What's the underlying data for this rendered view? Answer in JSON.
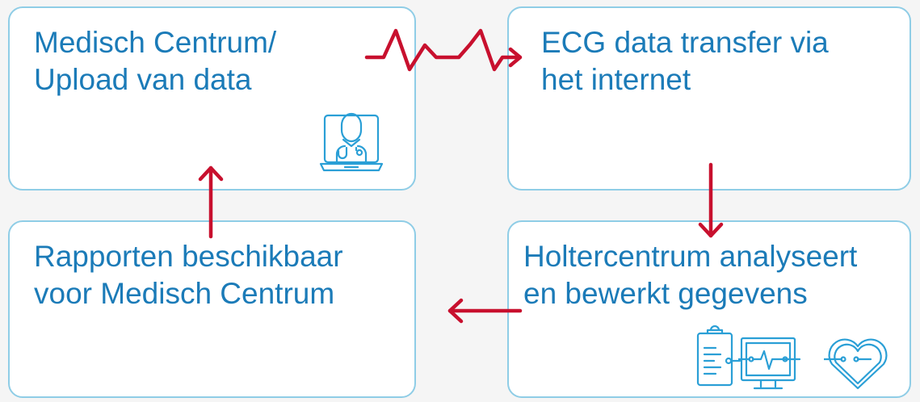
{
  "steps": {
    "medical_center": {
      "line1": "Medisch Centrum/",
      "line2": "Upload van data",
      "icon": "doctor-laptop-icon"
    },
    "transfer": {
      "line1": "ECG data transfer via",
      "line2": "het internet"
    },
    "analysis": {
      "line1": "Holtercentrum analyseert",
      "line2": "en bewerkt gegevens",
      "icons": [
        "clipboard-icon",
        "ecg-monitor-icon",
        "heart-icon"
      ]
    },
    "reports": {
      "line1": "Rapporten beschikbaar",
      "line2": "voor Medisch Centrum"
    }
  },
  "colors": {
    "box_border": "#8fcde6",
    "text": "#1b7bb8",
    "arrow": "#c8102e",
    "icon": "#2a9fd6",
    "background": "#f5f5f5"
  }
}
